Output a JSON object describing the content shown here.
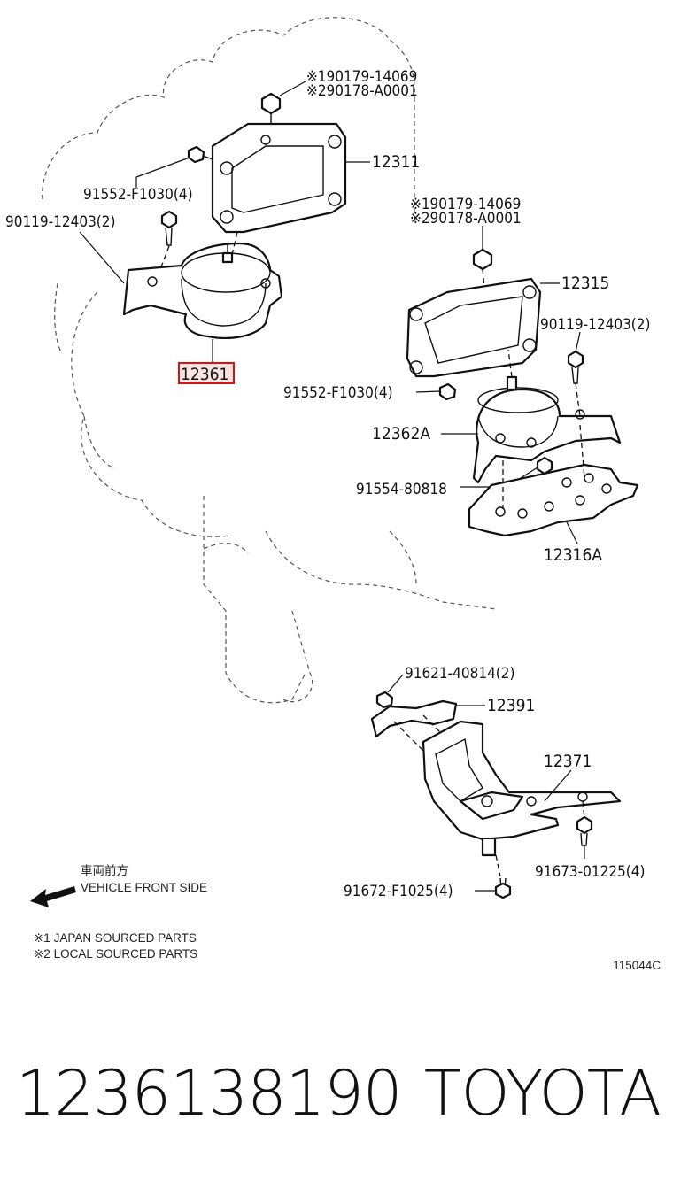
{
  "diagram": {
    "upper_left": {
      "nut_label_1": "※190179-14069",
      "nut_label_2": "※290178-A0001",
      "bracket": "12311",
      "bolt_small": "91552-F1030(4)",
      "bolt_long": "90119-12403(2)",
      "mount": "12361"
    },
    "upper_right": {
      "nut_label_1": "※190179-14069",
      "nut_label_2": "※290178-A0001",
      "bracket": "12315",
      "bolt_long": "90119-12403(2)",
      "bolt_small": "91552-F1030(4)",
      "mount": "12362A",
      "bolt_center": "91554-80818",
      "plate": "12316A"
    },
    "lower": {
      "bolt_top": "91621-40814(2)",
      "bracket_small": "12391",
      "crossmember": "12371",
      "bolt_right": "91673-01225(4)",
      "bolt_bottom": "91672-F1025(4)"
    },
    "direction": {
      "jp": "車両前方",
      "en": "VEHICLE FRONT SIDE"
    },
    "notes": [
      "※1 JAPAN SOURCED PARTS",
      "※2 LOCAL SOURCED PARTS"
    ],
    "figure_id": "115044C"
  },
  "footer": {
    "part_number": "1236138190",
    "brand": "TOYOTA"
  },
  "colors": {
    "highlight": "#dd1111"
  }
}
